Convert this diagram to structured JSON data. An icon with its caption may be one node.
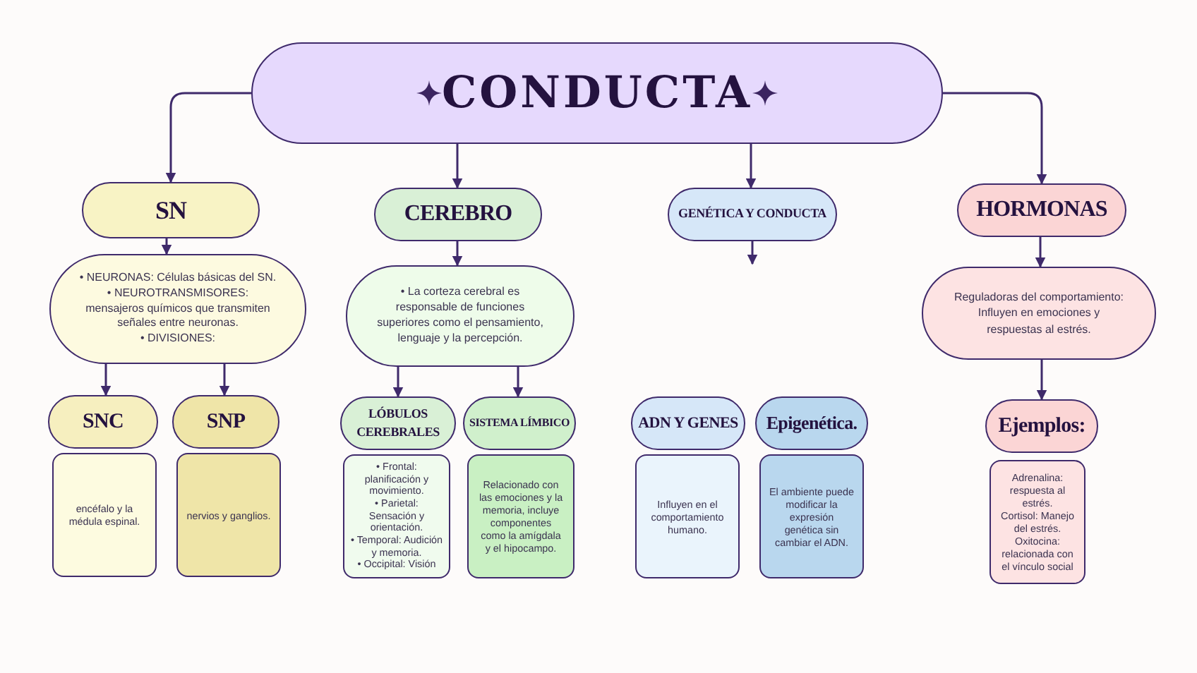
{
  "diagram": {
    "nodes": [
      {
        "text": [
          "CONDUCTA"
        ]
      },
      {
        "text": [
          "SN"
        ]
      },
      {
        "text": [
          "• NEURONAS: Células básicas del SN.",
          "• NEUROTRANSMISORES: mensajeros químicos que transmiten señales entre neuronas.",
          "• DIVISIONES:"
        ]
      },
      {
        "text": [
          "SNC"
        ]
      },
      {
        "text": [
          "encéfalo y la médula espinal."
        ]
      },
      {
        "text": [
          "SNP"
        ]
      },
      {
        "text": [
          "nervios y ganglios."
        ]
      },
      {
        "text": [
          "CEREBRO"
        ]
      },
      {
        "text": [
          "• La corteza cerebral es responsable de funciones superiores como el pensamiento, lenguaje y la percepción."
        ]
      },
      {
        "text": [
          "LÓBULOS CEREBRALES"
        ]
      },
      {
        "text": [
          "• Frontal: planificación y movimiento.",
          "• Parietal: Sensación y orientación.",
          "• Temporal: Audición y memoria.",
          "• Occipital: Visión"
        ]
      },
      {
        "text": [
          "SISTEMA LÍMBICO"
        ]
      },
      {
        "text": [
          "Relacionado con las emociones y la memoria, incluye componentes como la amígdala y el hipocampo."
        ]
      },
      {
        "text": [
          "GENÉTICA Y CONDUCTA"
        ]
      },
      {
        "text": [
          "ADN Y GENES"
        ]
      },
      {
        "text": [
          "Influyen en el comportamiento humano."
        ]
      },
      {
        "text": [
          "Epigenética."
        ]
      },
      {
        "text": [
          "El ambiente puede modificar la expresión genética sin cambiar el ADN."
        ]
      },
      {
        "text": [
          "HORMONAS"
        ]
      },
      {
        "text": [
          "Reguladoras del comportamiento: Influyen en emociones y respuestas al estrés."
        ]
      },
      {
        "text": [
          "Ejemplos:"
        ]
      },
      {
        "text": [
          "Adrenalina: respuesta al estrés.",
          "Cortisol: Manejo del estrés.",
          "Oxitocina: relacionada con el vínculo social"
        ]
      }
    ],
    "edges": [
      {
        "from": 0,
        "to": 1,
        "arrow": "to"
      },
      {
        "from": 0,
        "to": 7,
        "arrow": "to"
      },
      {
        "from": 0,
        "to": 13,
        "arrow": "to"
      },
      {
        "from": 0,
        "to": 18,
        "arrow": "to"
      },
      {
        "from": 1,
        "to": 2,
        "arrow": "to"
      },
      {
        "from": 2,
        "to": 3,
        "arrow": "to"
      },
      {
        "from": 2,
        "to": 5,
        "arrow": "to"
      },
      {
        "from": 7,
        "to": 8,
        "arrow": "to"
      },
      {
        "from": 8,
        "to": 9,
        "arrow": "to"
      },
      {
        "from": 8,
        "to": 11,
        "arrow": "to"
      },
      {
        "from": 13,
        "to": null,
        "arrow": "to"
      },
      {
        "from": 18,
        "to": 19,
        "arrow": "to"
      },
      {
        "from": 19,
        "to": 20,
        "arrow": "to"
      }
    ]
  }
}
